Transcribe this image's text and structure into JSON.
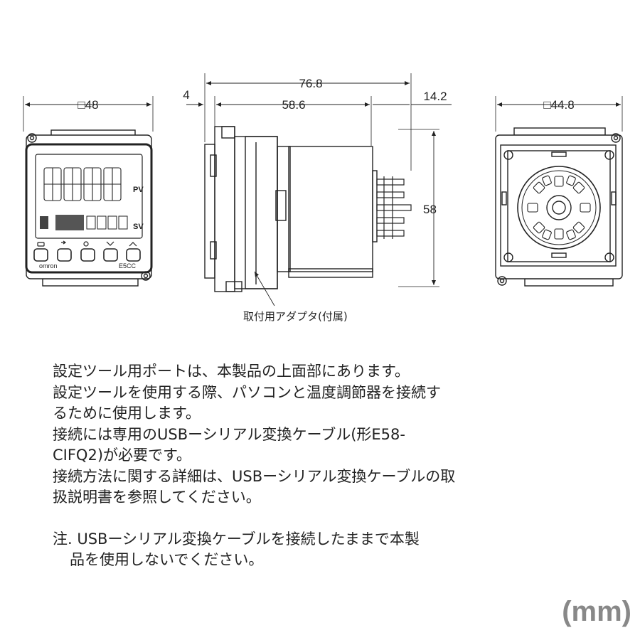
{
  "dimensions": {
    "front_width": "□48",
    "total_depth": "76.8",
    "panel_offset": "4",
    "body_depth": "58.6",
    "terminal_length": "14.2",
    "height": "58",
    "rear_width": "□44.8"
  },
  "front_panel": {
    "pv_label": "PV",
    "sv_label": "SV",
    "brand": "omron",
    "model": "E5CC"
  },
  "adapter_callout": "取付用アダプタ(付属)",
  "notes": [
    "設定ツール用ポートは、本製品の上面部にあります。",
    "設定ツールを使用する際、パソコンと温度調節器を接続す",
    "るために使用します。",
    "接続には専用のUSBーシリアル変換ケーブル(形E58-",
    "CIFQ2)が必要です。",
    "接続方法に関する詳細は、USBーシリアル変換ケーブルの取",
    "扱説明書を参照してください。"
  ],
  "note_annotation": [
    "注. USBーシリアル変換ケーブルを接続したままで本製",
    "品を使用しないでください。"
  ],
  "unit": "(mm)"
}
